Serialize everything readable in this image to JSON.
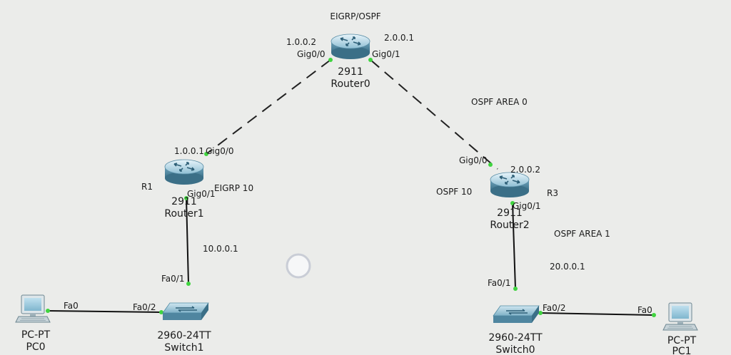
{
  "annotations": {
    "top_protocol": "EIGRP/OSPF",
    "ospf_area0": "OSPF AREA 0",
    "ospf_area1": "OSPF AREA 1",
    "eigrp10": "EIGRP 10",
    "ospf10": "OSPF 10",
    "r1": "R1",
    "r3": "R3"
  },
  "devices": {
    "router0": {
      "model": "2911",
      "name": "Router0"
    },
    "router1": {
      "model": "2911",
      "name": "Router1"
    },
    "router2": {
      "model": "2911",
      "name": "Router2"
    },
    "switch1": {
      "model": "2960-24TT",
      "name": "Switch1"
    },
    "switch0": {
      "model": "2960-24TT",
      "name": "Switch0"
    },
    "pc0": {
      "model": "PC-PT",
      "name": "PC0"
    },
    "pc1": {
      "model": "PC-PT",
      "name": "PC1"
    }
  },
  "ports": {
    "r0_gig00": "Gig0/0",
    "r0_gig01": "Gig0/1",
    "r1_gig00": "Gig0/0",
    "r1_gig01": "Gig0/1",
    "r2_gig00": "Gig0/0",
    "r2_gig01": "Gig0/1",
    "sw1_fa01": "Fa0/1",
    "sw1_fa02": "Fa0/2",
    "sw0_fa01": "Fa0/1",
    "sw0_fa02": "Fa0/2",
    "pc0_fa0": "Fa0",
    "pc1_fa0": "Fa0"
  },
  "ips": {
    "r0_left": "1.0.0.2",
    "r0_right": "2.0.0.1",
    "r1_gig00": "1.0.0.1",
    "r2_gig00": "2.0.0.2",
    "lan1": "10.0.0.1",
    "lan2": "20.0.0.1"
  }
}
